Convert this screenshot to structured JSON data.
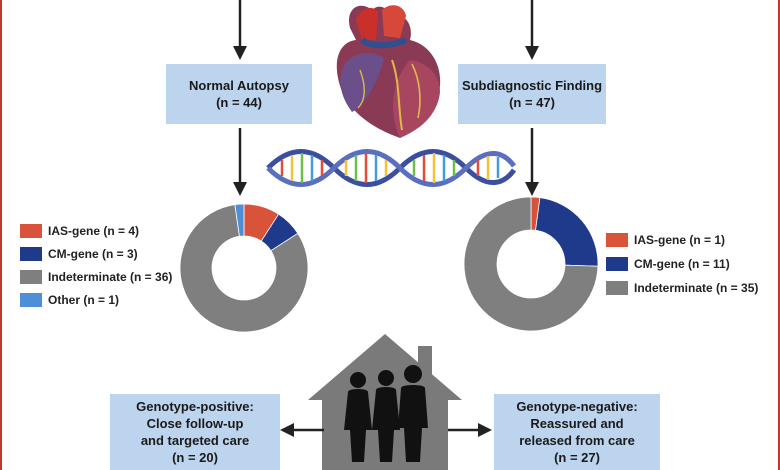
{
  "colors": {
    "frame": "#c0392b",
    "box_fill": "#bdd4ee",
    "ias_gene": "#d9533b",
    "cm_gene": "#1f3a8a",
    "indeterminate": "#7f7f7f",
    "other": "#4f8fd8",
    "arrow": "#222222"
  },
  "left_branch": {
    "box": {
      "title": "Normal Autopsy",
      "count": "(n = 44)"
    },
    "legend": [
      {
        "label": "IAS-gene (n = 4)",
        "color_key": "ias_gene"
      },
      {
        "label": "CM-gene (n = 3)",
        "color_key": "cm_gene"
      },
      {
        "label": "Indeterminate (n = 36)",
        "color_key": "indeterminate"
      },
      {
        "label": "Other (n = 1)",
        "color_key": "other"
      }
    ]
  },
  "right_branch": {
    "box": {
      "title": "Subdiagnostic Finding",
      "count": "(n = 47)"
    },
    "legend": [
      {
        "label": "IAS-gene (n = 1)",
        "color_key": "ias_gene"
      },
      {
        "label": "CM-gene (n = 11)",
        "color_key": "cm_gene"
      },
      {
        "label": "Indeterminate (n = 35)",
        "color_key": "indeterminate"
      }
    ]
  },
  "outcomes": {
    "positive": {
      "line1": "Genotype-positive:",
      "line2": "Close follow-up",
      "line3": "and targeted care",
      "line4": "(n = 20)"
    },
    "negative": {
      "line1": "Genotype-negative:",
      "line2": "Reassured and",
      "line3": "released from care",
      "line4": "(n = 27)"
    }
  },
  "icons": [
    "heart-illustration",
    "dna-helix-illustration",
    "house-icon",
    "family-silhouette-icon"
  ],
  "chart_data": [
    {
      "type": "pie",
      "variant": "donut",
      "categories": [
        "IAS-gene",
        "CM-gene",
        "Indeterminate",
        "Other"
      ],
      "values": [
        4,
        3,
        36,
        1
      ]
    },
    {
      "type": "pie",
      "variant": "donut",
      "categories": [
        "IAS-gene",
        "CM-gene",
        "Indeterminate"
      ],
      "values": [
        1,
        11,
        35
      ]
    }
  ]
}
